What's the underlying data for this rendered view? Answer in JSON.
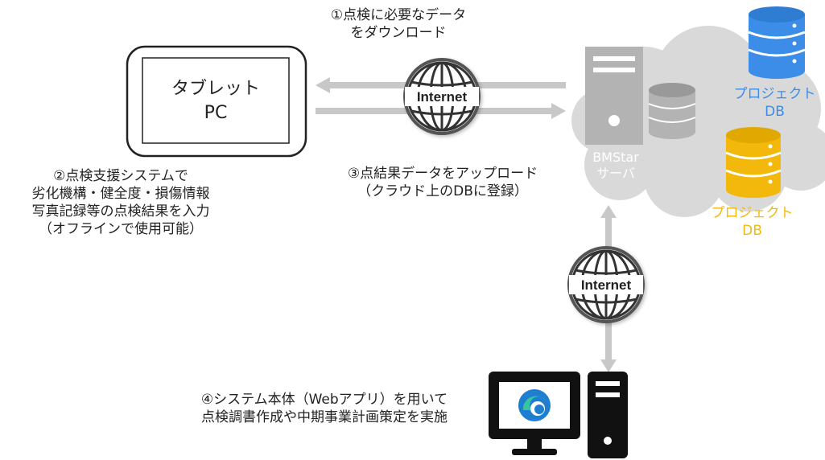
{
  "tablet": {
    "line1": "タブレット",
    "line2": "PC"
  },
  "step1": {
    "line1": "①点検に必要なデータ",
    "line2": "をダウンロード"
  },
  "step2": {
    "line1": "②点検支援システムで",
    "line2": "劣化機構・健全度・損傷情報",
    "line3": "写真記録等の点検結果を入力",
    "line4": "（オフラインで使用可能）"
  },
  "step3": {
    "line1": "③点結果データをアップロード",
    "line2": "（クラウド上のDBに登録）"
  },
  "step4": {
    "line1": "④システム本体（Webアプリ）を用いて",
    "line2": "点検調書作成や中期事業計画策定を実施"
  },
  "internet_label": "Internet",
  "server": {
    "line1": "BMStar",
    "line2": "サーバ"
  },
  "db_blue": {
    "line1": "プロジェクト",
    "line2": "DB",
    "color": "#3b8de8"
  },
  "db_yellow": {
    "line1": "プロジェクト",
    "line2": "DB",
    "color": "#f2b90c"
  },
  "colors": {
    "arrow": "#c8c8c8",
    "cloud": "#d9d9d9",
    "server": "#b3b3b3",
    "dark": "#111111",
    "edge": "#1e7fd1"
  }
}
